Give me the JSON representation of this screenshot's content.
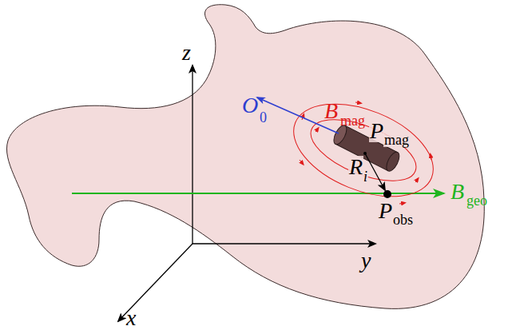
{
  "diagram": {
    "labels": [
      "z",
      "y",
      "x",
      "O",
      "0",
      "B",
      "mag",
      "P",
      "mag",
      "R",
      "i",
      "P",
      "obs",
      "B",
      "geo"
    ]
  }
}
